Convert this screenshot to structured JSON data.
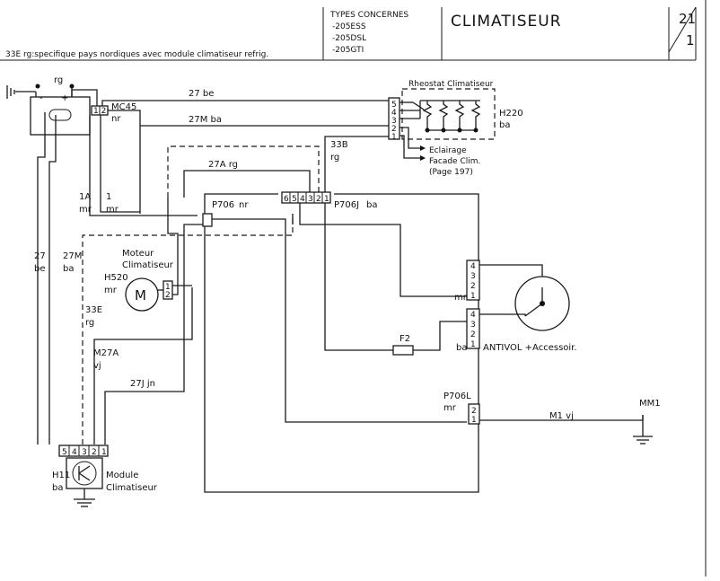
{
  "header": {
    "types_title": "TYPES CONCERNES",
    "types": [
      "-205ESS",
      "-205DSL",
      "-205GTI"
    ],
    "title": "CLIMATISEUR",
    "page_top": "21",
    "page_bottom": "1",
    "note": "33E rg:specifique pays nordiques avec module climatiseur refrig."
  },
  "components": {
    "battery": {
      "label": "rg",
      "minus": "-",
      "plus": "+"
    },
    "mc45": {
      "name": "MC45",
      "color": "nr",
      "pins": "1 2"
    },
    "rheostat": {
      "title": "Rheostat Climatiseur",
      "name": "H220",
      "color": "ba",
      "pins": [
        "5",
        "4",
        "3",
        "2",
        "1"
      ]
    },
    "eclairage": [
      "Eclairage",
      "Facade Clim.",
      "(Page 197)"
    ],
    "motor": {
      "label_1": "Moteur",
      "label_2": "Climatiseur",
      "name": "H520",
      "color": "mr",
      "symbol": "M"
    },
    "p706": {
      "name": "P706",
      "color": "nr",
      "pins": [
        "6",
        "5",
        "4",
        "3",
        "2",
        "1"
      ]
    },
    "p706j": {
      "name": "P706J",
      "color": "ba"
    },
    "mr_connector": {
      "color": "mr",
      "pins": [
        "4",
        "3",
        "2",
        "1"
      ]
    },
    "antivol": {
      "label": "ANTIVOL +Accessoir.",
      "color": "ba",
      "pins": [
        "4",
        "3",
        "2",
        "1"
      ]
    },
    "fuse": {
      "name": "F2"
    },
    "p706l": {
      "name": "P706L",
      "color": "mr",
      "pins": [
        "2",
        "1"
      ]
    },
    "ground": {
      "name": "MM1"
    },
    "module": {
      "name": "H11",
      "color": "ba",
      "label_1": "Module",
      "label_2": "Climatiseur",
      "pins": [
        "5",
        "4",
        "3",
        "2",
        "1"
      ]
    }
  },
  "wires": {
    "w27be_top": "27 be",
    "w27mba_top": "27M ba",
    "w27arg": "27A rg",
    "w33brg_1": "33B",
    "w33brg_2": "rg",
    "w1a_1": "1A",
    "w1a_2": "mr",
    "w1_1": "1",
    "w1_2": "mr",
    "w27_1": "27",
    "w27_2": "be",
    "w27m_1": "27M",
    "w27m_2": "ba",
    "w33e_1": "33E",
    "w33e_2": "rg",
    "wm27a_1": "M27A",
    "wm27a_2": "vj",
    "w27jjn": "27J jn",
    "wm1vj": "M1 vj"
  }
}
